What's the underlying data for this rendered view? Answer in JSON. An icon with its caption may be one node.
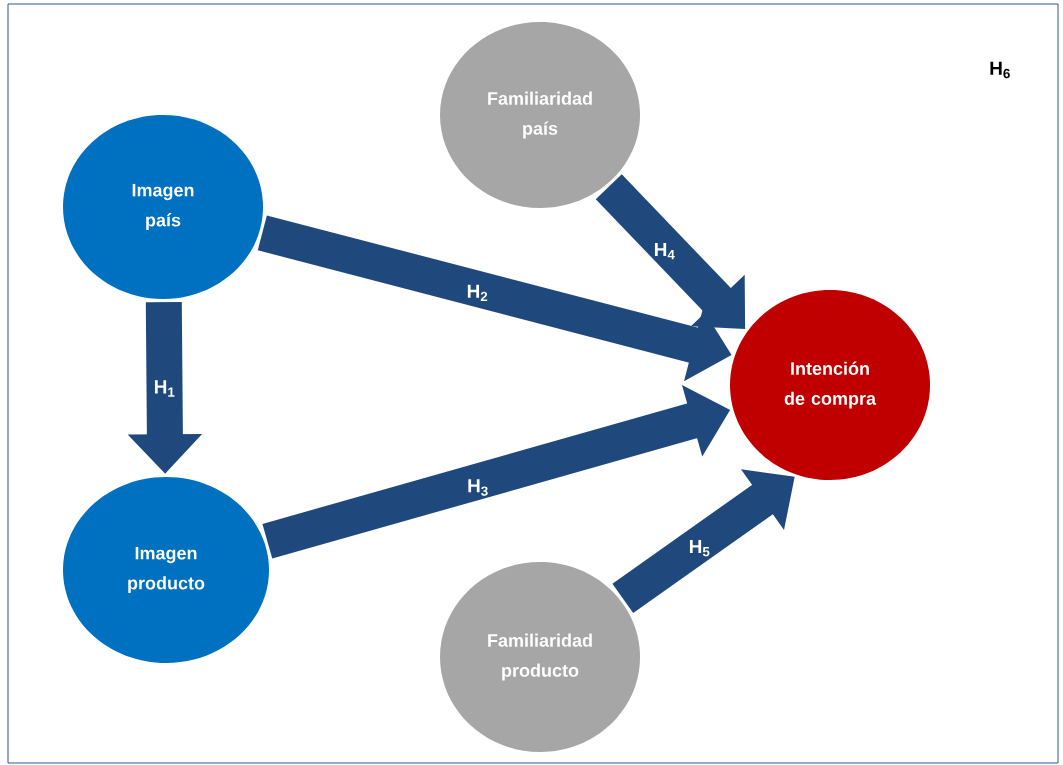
{
  "diagram": {
    "nodes": [
      {
        "text": [
          "Imagen país"
        ]
      },
      {
        "text": [
          "Familiaridad país"
        ]
      },
      {
        "text": [
          "Imagen producto"
        ]
      },
      {
        "text": [
          "Intención de compra"
        ]
      },
      {
        "text": [
          "Familiaridad producto"
        ]
      }
    ],
    "edges": [
      {
        "from": 0,
        "to": 2,
        "arrow": "to",
        "label": "H$_{1}$"
      },
      {
        "from": 0,
        "to": 3,
        "arrow": "to",
        "label": "H$_{2}$"
      },
      {
        "from": 2,
        "to": 3,
        "arrow": "to",
        "label": "H$_{3}$"
      },
      {
        "from": 1,
        "to": 3,
        "arrow": "to",
        "label": "H$_{4}$"
      },
      {
        "from": 4,
        "to": 3,
        "arrow": "to",
        "label": "H$_{5}$"
      }
    ],
    "labels": [
      "H$_{6}$"
    ]
  }
}
